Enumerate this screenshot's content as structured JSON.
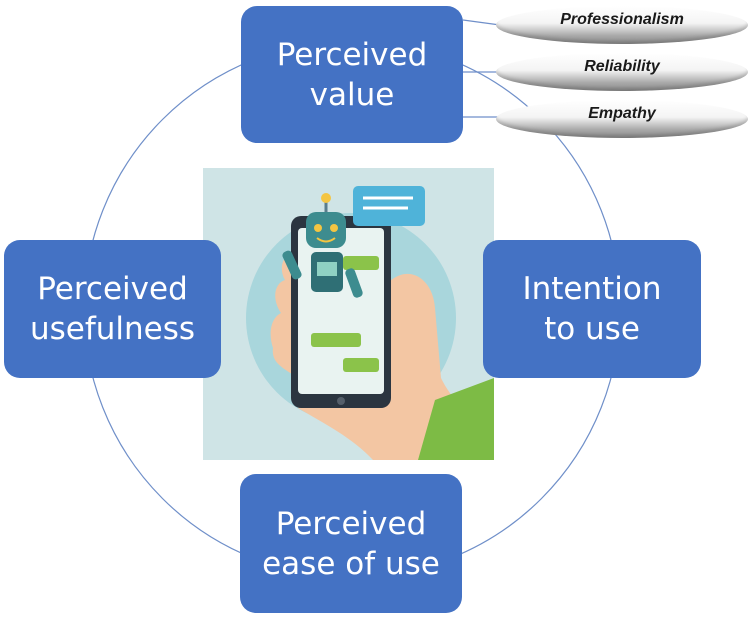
{
  "central_illustration": "chatbot-phone-in-hand",
  "colors": {
    "box_fill": "#4472c4",
    "box_text": "#ffffff",
    "ring_line": "#6f8fc9",
    "pill_text": "#1a1a1a"
  },
  "boxes": {
    "perceived_value": "Perceived\nvalue",
    "intention_to_use": "Intention\nto use",
    "perceived_ease_of_use": "Perceived\nease of use",
    "perceived_usefulness": "Perceived\nusefulness"
  },
  "dimensions": [
    "Professionalism",
    "Reliability",
    "Empathy"
  ]
}
